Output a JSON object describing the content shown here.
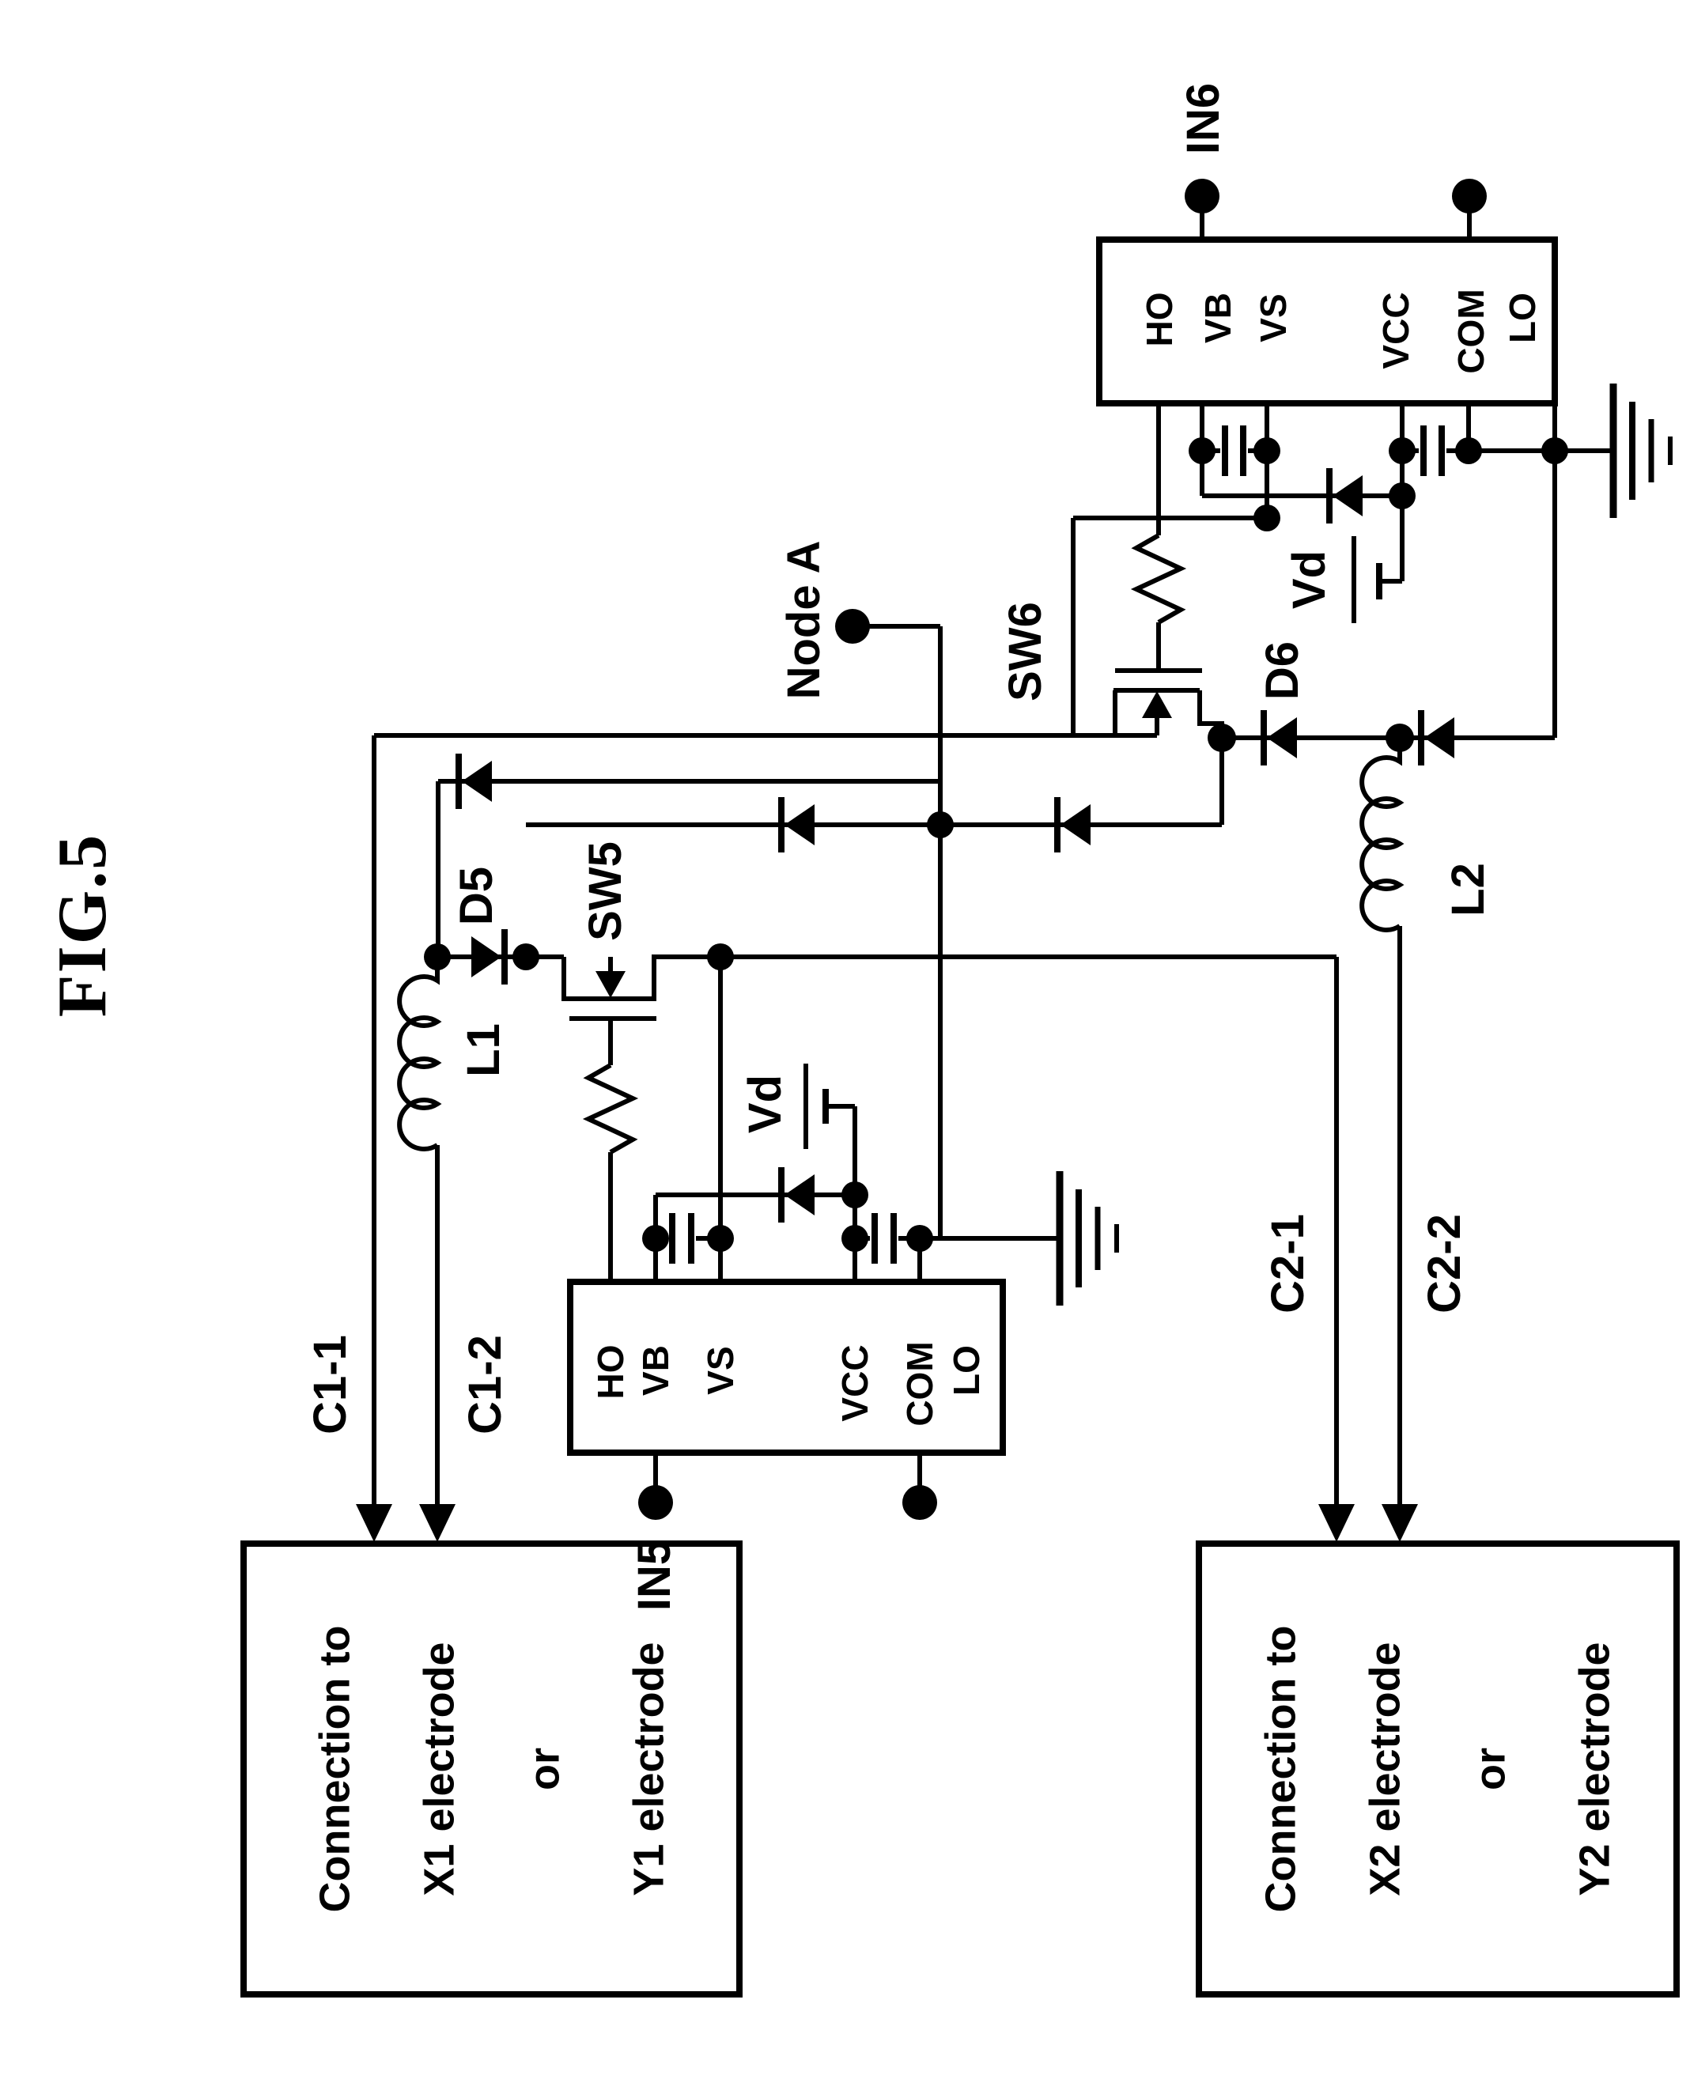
{
  "figure": {
    "label": "FIG.5"
  },
  "colors": {
    "ink": "#000000",
    "paper": "#ffffff"
  },
  "terminals": {
    "node_a": "Node A",
    "in5": "IN5",
    "in6": "IN6"
  },
  "components": {
    "sw5": "SW5",
    "sw6": "SW6",
    "d5": "D5",
    "d6": "D6",
    "l1": "L1",
    "l2": "L2",
    "vd_left": "Vd",
    "vd_right": "Vd",
    "c1_1": "C1-1",
    "c1_2": "C1-2",
    "c2_1": "C2-1",
    "c2_2": "C2-2"
  },
  "ic5": {
    "pins": [
      "HO",
      "VB",
      "VS",
      "VCC",
      "COM",
      "LO"
    ]
  },
  "ic6": {
    "pins": [
      "HO",
      "VB",
      "VS",
      "VCC",
      "COM",
      "LO"
    ]
  },
  "conn_box_left": {
    "lines": [
      "Connection to",
      "X1 electrode",
      "or",
      "Y1 electrode"
    ]
  },
  "conn_box_right": {
    "lines": [
      "Connection to",
      "X2 electrode",
      "or",
      "Y2 electrode"
    ]
  }
}
